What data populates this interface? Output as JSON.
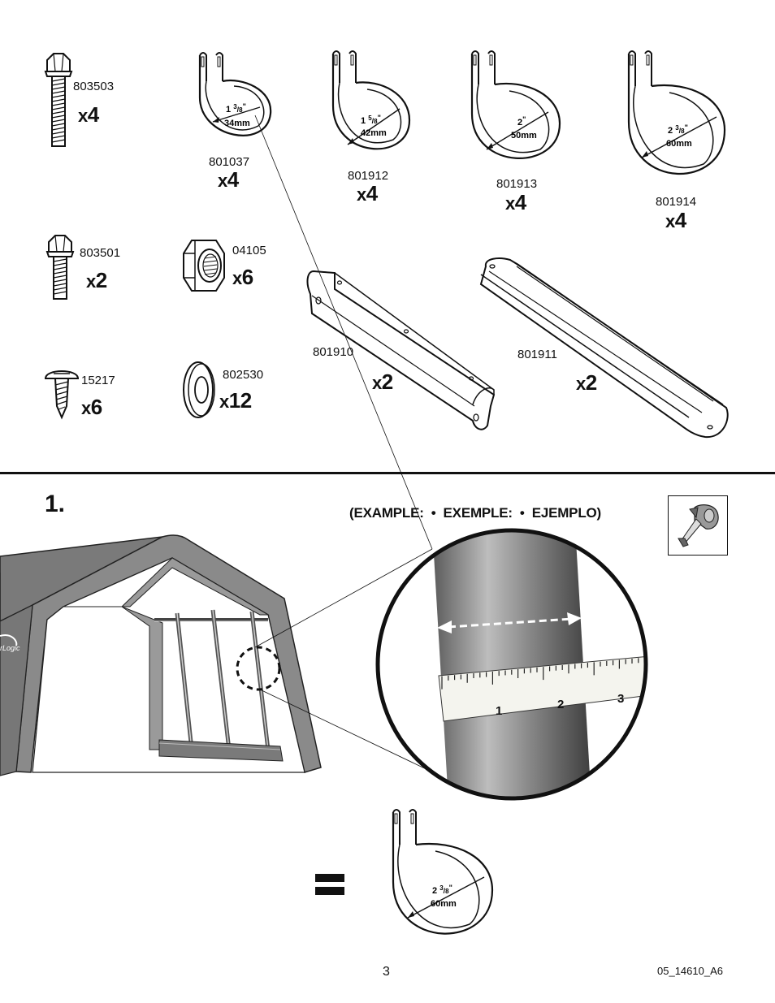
{
  "parts": {
    "bolt_long": {
      "pn": "803503",
      "qty": "4"
    },
    "clamp_34": {
      "pn": "801037",
      "qty": "4",
      "size_in": "1 ",
      "frac_num": "3",
      "frac_den": "8",
      "inch": "\"",
      "size_mm": "34mm"
    },
    "clamp_42": {
      "pn": "801912",
      "qty": "4",
      "size_in": "1 ",
      "frac_num": "5",
      "frac_den": "8",
      "inch": "\"",
      "size_mm": "42mm"
    },
    "clamp_50": {
      "pn": "801913",
      "qty": "4",
      "size_in": "2",
      "inch": "\"",
      "size_mm": "50mm"
    },
    "clamp_60": {
      "pn": "801914",
      "qty": "4",
      "size_in": "2 ",
      "frac_num": "3",
      "frac_den": "8",
      "inch": "\"",
      "size_mm": "60mm"
    },
    "bolt_short": {
      "pn": "803501",
      "qty": "2"
    },
    "nut": {
      "pn": "04105",
      "qty": "6"
    },
    "bracket_short": {
      "pn": "801910",
      "qty": "2"
    },
    "bracket_long": {
      "pn": "801911",
      "qty": "2"
    },
    "screw": {
      "pn": "15217",
      "qty": "6"
    },
    "washer": {
      "pn": "802530",
      "qty": "12"
    }
  },
  "qty_prefix": "x",
  "step": {
    "number": "1.",
    "example_text": "(EXAMPLE:  •  EXEMPLE:  •  EJEMPLO)",
    "ruler_ticks": [
      "1",
      "2",
      "3"
    ],
    "logo_text": "rLogic",
    "equals": "=",
    "result_clamp": {
      "size_in": "2 ",
      "frac_num": "3",
      "frac_den": "8",
      "inch": "\"",
      "size_mm": "60mm"
    }
  },
  "footer": {
    "page_number": "3",
    "doc_code": "05_14610_A6"
  }
}
